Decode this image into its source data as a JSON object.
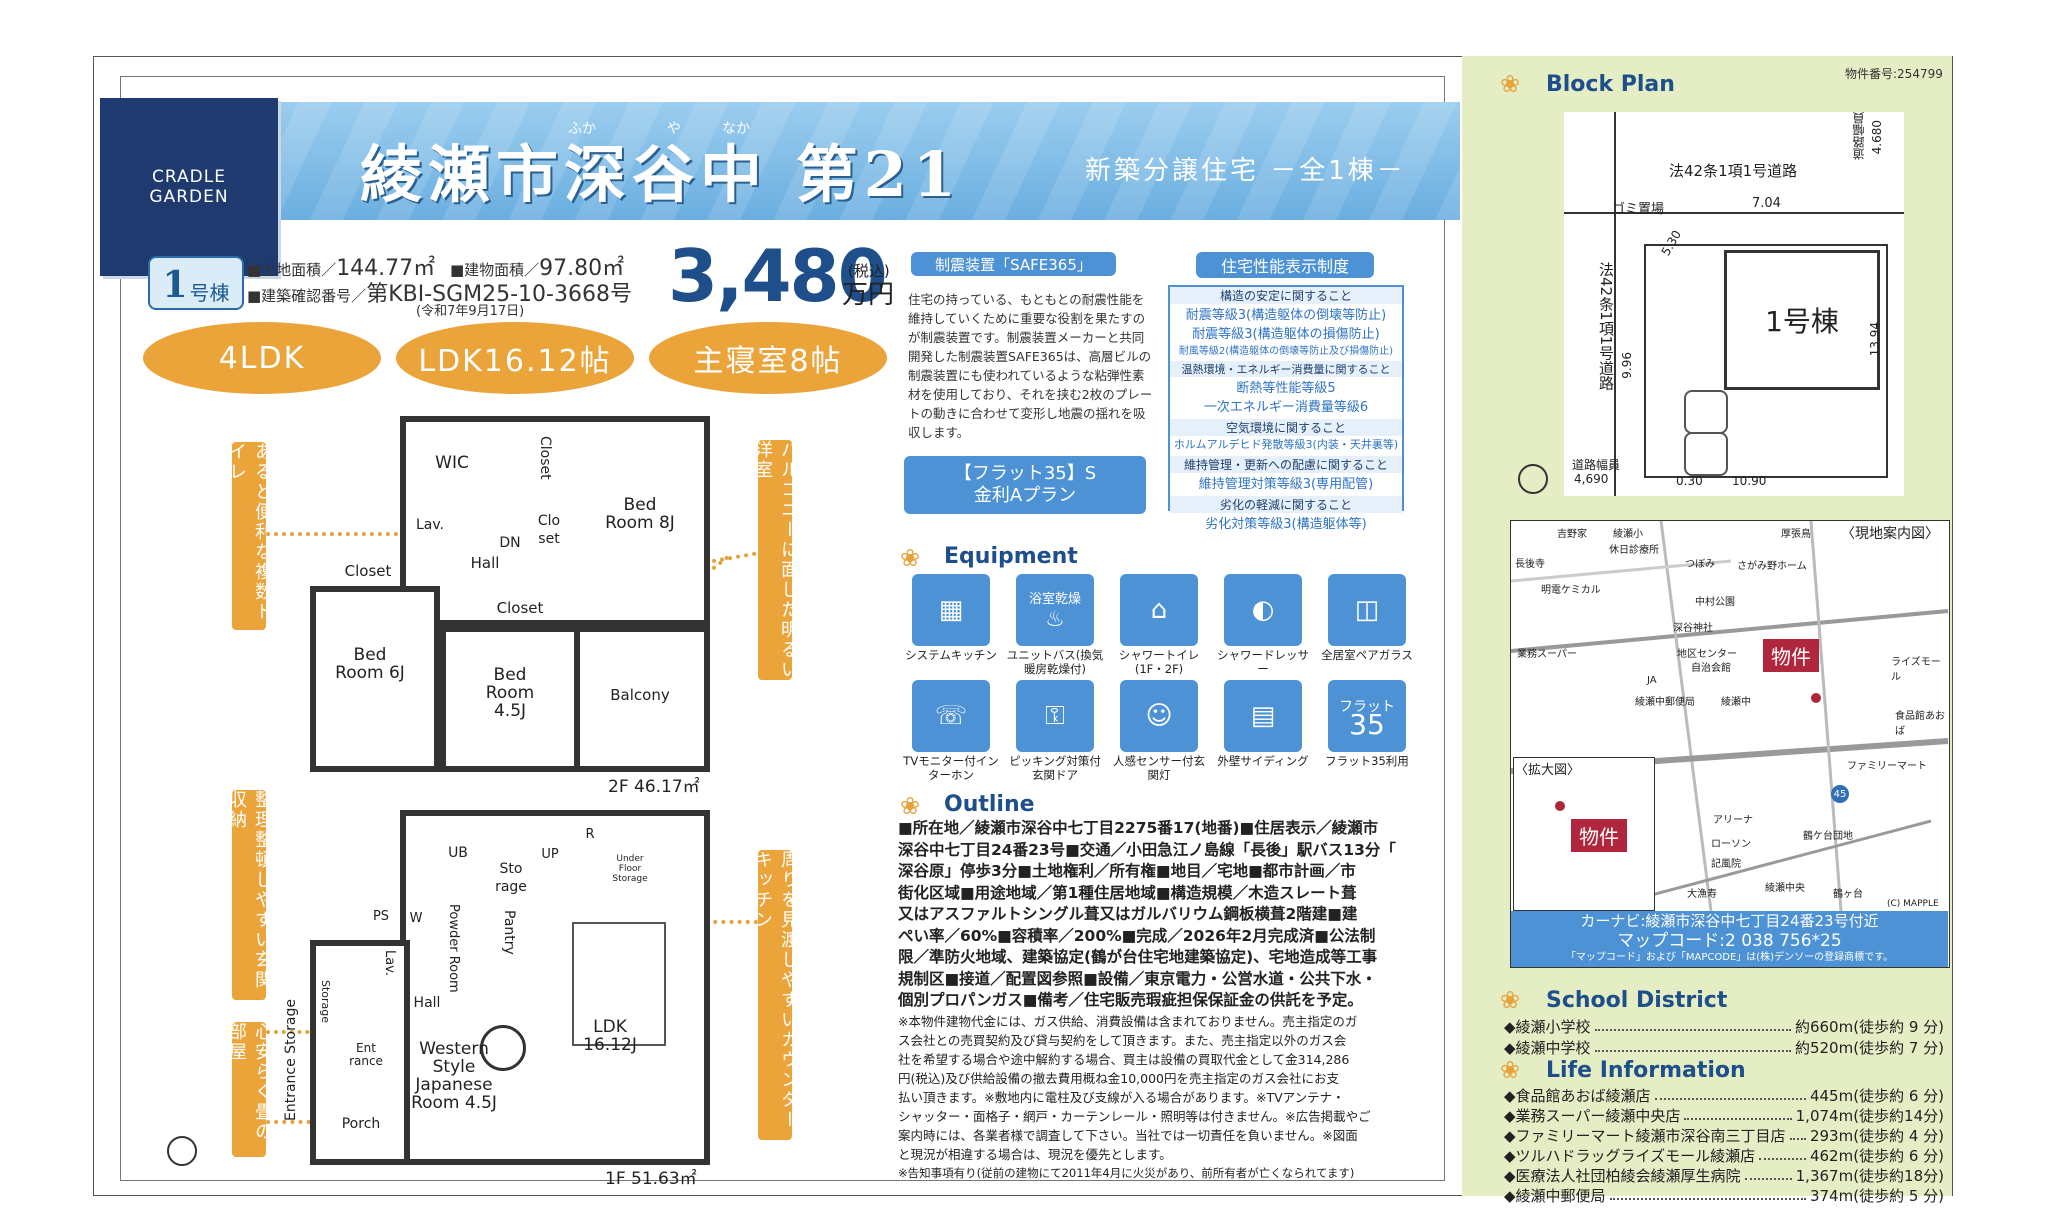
{
  "header": {
    "logo": [
      "CRADLE",
      "GARDEN"
    ],
    "title": "綾瀬市深谷中 第21",
    "ruby": [
      "ふか",
      "や",
      "なか"
    ],
    "subtitle": "新築分譲住宅 －全1棟－",
    "property_number": "物件番号:254799"
  },
  "unit": {
    "number": "1",
    "suffix": "号棟",
    "land_area_label": "■土地面積／",
    "land_area": "144.77㎡",
    "building_area_label": "■建物面積／",
    "building_area": "97.80㎡",
    "confirm_label": "■建築確認番号／",
    "confirm_number": "第KBI-SGM25-10-3668号",
    "confirm_date": "(令和7年9月17日)",
    "price": "3,480",
    "price_tax": "(税込)",
    "price_unit": "万円"
  },
  "features": [
    "4LDK",
    "LDK16.12帖",
    "主寝室8帖"
  ],
  "callouts": {
    "left_top": "あると便利な複数トイレ",
    "left_mid": "整理整頓しやすい玄関収納",
    "left_bot": "心安らぐ畳の部屋",
    "right_top": "バルコニーに面した明るい洋室",
    "right_bot": "周りを見渡しやすいカウンターキッチン"
  },
  "floor2": {
    "area": "2F 46.17㎡",
    "rooms": {
      "wic": "WIC",
      "lav": "Lav.",
      "closet1": "Closet",
      "closet_v": "Closet",
      "clo_set": "Clo set",
      "bed8": "Bed Room 8J",
      "dn": "DN",
      "hall": "Hall",
      "closet2": "Closet",
      "bed6": "Bed Room 6J",
      "bed45": "Bed Room 4.5J",
      "balcony": "Balcony"
    }
  },
  "floor1": {
    "area": "1F 51.63㎡",
    "rooms": {
      "ub": "UB",
      "storage": "Sto rage",
      "up": "UP",
      "r": "R",
      "ufs": "Under Floor Storage",
      "ps": "PS",
      "w": "W",
      "powder": "Powder Room",
      "pantry": "Pantry",
      "lav": "Lav.",
      "storage_v": "Storage",
      "hall": "Hall",
      "entrance": "Ent rance",
      "entrance_storage": "Entrance Storage",
      "japanese": "Western Style Japanese Room 4.5J",
      "porch": "Porch",
      "ldk": "LDK 16.12J"
    }
  },
  "safe365": {
    "title": "制震装置「SAFE365」",
    "text": "住宅の持っている、もともとの耐震性能を維持していくために重要な役割を果たすのが制震装置です。制震装置メーカーと共同開発した制震装置SAFE365は、高層ビルの制震装置にも使われているような粘弾性素材を使用しており、それを挟む2枚のプレートの動きに合わせて変形し地震の揺れを吸収します。"
  },
  "flat35": {
    "line1": "【フラット35】S",
    "line2": "金利Aプラン"
  },
  "performance": {
    "title": "住宅性能表示制度",
    "sections": [
      {
        "head": "構造の安定に関すること",
        "items": [
          "耐震等級3(構造躯体の倒壊等防止)",
          "耐震等級3(構造躯体の損傷防止)",
          "耐風等級2(構造躯体の倒壊等防止及び損傷防止)"
        ]
      },
      {
        "head": "温熱環境・エネルギー消費量に関すること",
        "items": [
          "断熱等性能等級5",
          "一次エネルギー消費量等級6"
        ]
      },
      {
        "head": "空気環境に関すること",
        "items": [
          "ホルムアルデヒド発散等級3(内装・天井裏等)"
        ]
      },
      {
        "head": "維持管理・更新への配慮に関すること",
        "items": [
          "維持管理対策等級3(専用配管)"
        ]
      },
      {
        "head": "劣化の軽減に関すること",
        "items": [
          "劣化対策等級3(構造躯体等)"
        ]
      }
    ]
  },
  "equipment": {
    "title": "Equipment",
    "items": [
      {
        "label": "システムキッチン",
        "icon": "kitchen-icon"
      },
      {
        "label": "ユニットバス(換気暖房乾燥付)",
        "icon": "bath-icon",
        "tile": "浴室乾燥"
      },
      {
        "label": "シャワートイレ(1F・2F)",
        "icon": "toilet-icon"
      },
      {
        "label": "シャワードレッサー",
        "icon": "dresser-icon"
      },
      {
        "label": "全居室ペアガラス",
        "icon": "window-icon"
      },
      {
        "label": "TVモニター付インターホン",
        "icon": "intercom-icon"
      },
      {
        "label": "ピッキング対策付玄関ドア",
        "icon": "key-icon"
      },
      {
        "label": "人感センサー付玄関灯",
        "icon": "sensor-light-icon"
      },
      {
        "label": "外壁サイディング",
        "icon": "wall-icon"
      },
      {
        "label": "フラット35利用",
        "icon": "flat35-icon",
        "tile": "フラット",
        "tile2": "35"
      }
    ]
  },
  "outline": {
    "title": "Outline",
    "lines": [
      "■所在地／綾瀬市深谷中七丁目2275番17(地番)■住居表示／綾瀬市",
      "深谷中七丁目24番23号■交通／小田急江ノ島線「長後」駅バス13分「",
      "深谷原」停歩3分■土地権利／所有権■地目／宅地■都市計画／市",
      "街化区域■用途地域／第1種住居地域■構造規模／木造スレート葺",
      "又はアスファルトシングル葺又はガルバリウム鋼板横葺2階建■建",
      "ぺい率／60%■容積率／200%■完成／2026年2月完成済■公法制",
      "限／準防火地域、建築協定(鶴が台住宅地建築協定)、宅地造成等工事",
      "規制区■接道／配置図参照■設備／東京電力・公営水道・公共下水・",
      "個別プロパンガス■備考／住宅販売瑕疵担保保証金の供託を予定。"
    ],
    "notes": [
      "※本物件建物代金には、ガス供給、消費設備は含まれておりません。売主指定のガ",
      "ス会社との売買契約及び貸与契約をして頂きます。また、売主指定以外のガス会",
      "社を希望する場合や途中解約する場合、買主は設備の買取代金として金314,286",
      "円(税込)及び供給設備の撤去費用概ね金10,000円を売主指定のガス会社にお支",
      "払い頂きます。※敷地内に電柱及び支線が入る場合があります。※TVアンテナ・",
      "シャッター・面格子・網戸・カーテンレール・照明等は付きません。※広告掲載やご",
      "案内時には、各業者様で調査して下さい。当社では一切責任を負いません。※図面",
      "と現況が相違する場合は、現況を優先とします。",
      "※告知事項有り(従前の建物にて2011年4月に火災があり、前所有者が亡くなられてます)"
    ]
  },
  "block_plan": {
    "title": "Block Plan",
    "road_top": "法42条1項1号道路",
    "road_left": "法42条1項1号道路",
    "road_width_label": "道路幅員",
    "road_width_top": "4.680",
    "road_width_left": "4,690",
    "garbage": "ゴミ置場",
    "dims": [
      "7.04",
      "5.30",
      "13.94",
      "9.96",
      "0.30",
      "10.90"
    ],
    "building": "1号棟"
  },
  "map": {
    "title": "〈現地案内図〉",
    "zoom_title": "〈拡大図〉",
    "marker": "物件",
    "labels": [
      "吉野家",
      "綾瀬小",
      "休日診療所",
      "長後寺",
      "明電ケミカル",
      "つぼみ",
      "さがみ野ホーム",
      "厚張鳥",
      "中村公園",
      "深谷神社",
      "地区センター",
      "業務スーパー",
      "JA",
      "自治会館",
      "ライズモール",
      "食品館あおば",
      "綾瀬中郵便局",
      "綾瀬中",
      "ファミリーマート",
      "アリーナ",
      "ローソン",
      "記風院",
      "綾瀬中央",
      "大漁寿",
      "鶴ケ台団地",
      "鶴ヶ台",
      "45"
    ],
    "copyright": "(C) MAPPLE",
    "navi": "カーナビ:綾瀬市深谷中七丁目24番23号付近",
    "mapcode": "マップコード:2 038 756*25",
    "mapcode_note": "「マップコード」および「MAPCODE」は(株)デンソーの登録商標です。"
  },
  "school": {
    "title": "School District",
    "items": [
      {
        "name": "◆綾瀬小学校",
        "dist": "約660m(徒歩約 9 分)"
      },
      {
        "name": "◆綾瀬中学校",
        "dist": "約520m(徒歩約 7 分)"
      }
    ]
  },
  "life": {
    "title": "Life Information",
    "items": [
      {
        "name": "◆食品館あおば綾瀬店",
        "dist": "445m(徒歩約 6 分)"
      },
      {
        "name": "◆業務スーパー綾瀬中央店",
        "dist": "1,074m(徒歩約14分)"
      },
      {
        "name": "◆ファミリーマート綾瀬市深谷南三丁目店",
        "dist": "293m(徒歩約 4 分)"
      },
      {
        "name": "◆ツルハドラッグライズモール綾瀬店",
        "dist": "462m(徒歩約 6 分)"
      },
      {
        "name": "◆医療法人社団柏綾会綾瀬厚生病院",
        "dist": "1,367m(徒歩約18分)"
      },
      {
        "name": "◆綾瀬中郵便局",
        "dist": "374m(徒歩約 5 分)"
      }
    ]
  },
  "colors": {
    "accent_blue": "#4d92d4",
    "orange": "#eaa43a",
    "navy": "#1e3a6e",
    "panel_green": "#e4edc4"
  }
}
